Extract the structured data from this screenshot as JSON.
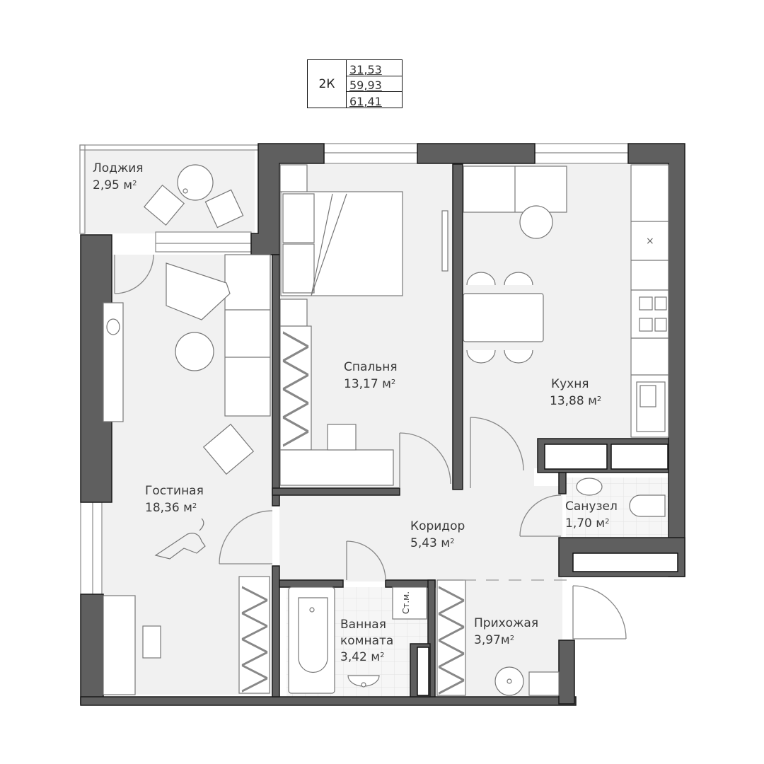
{
  "summary": {
    "type": "2К",
    "living_area": "31,53",
    "total_area": "59,93",
    "area_with_loggia": "61,41"
  },
  "unit": "м",
  "rooms": {
    "loggia": {
      "name": "Лоджия",
      "area": "2,95 м"
    },
    "bedroom": {
      "name": "Спальня",
      "area": "13,17 м"
    },
    "kitchen": {
      "name": "Кухня",
      "area": "13,88 м"
    },
    "living": {
      "name": "Гостиная",
      "area": "18,36 м"
    },
    "corridor": {
      "name": "Коридор",
      "area": "5,43 м"
    },
    "toilet": {
      "name": "Санузел",
      "area": "1,70 м"
    },
    "bathroom": {
      "name_line1": "Ванная",
      "name_line2": "комната",
      "area": "3,42 м"
    },
    "hallway": {
      "name": "Прихожая",
      "area": "3,97м"
    }
  },
  "fixtures": {
    "washing_machine_label": "Ст.м."
  },
  "colors": {
    "wall": "#5f5f5f",
    "floor": "#f1f1f1",
    "furniture": "#ffffff",
    "line": "#7a7a7a"
  }
}
